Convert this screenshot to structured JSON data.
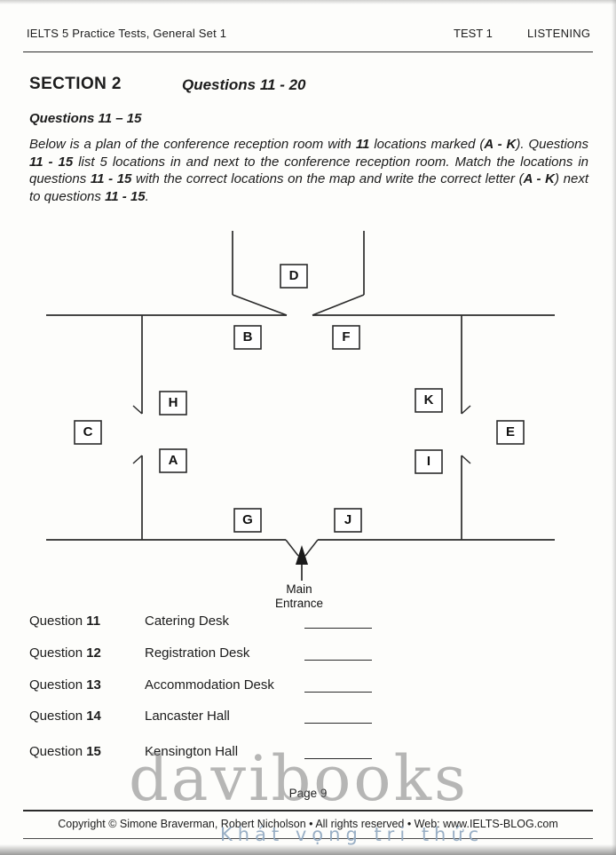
{
  "header": {
    "left": "IELTS 5 Practice Tests, General Set 1",
    "test": "TEST 1",
    "listening": "LISTENING"
  },
  "section": {
    "title": "SECTION 2",
    "range": "Questions 11 - 20"
  },
  "subheading": "Questions 11 – 15",
  "instructions": {
    "segments": [
      {
        "t": "Below is a plan of the conference reception room with ",
        "b": false
      },
      {
        "t": "11",
        "b": true
      },
      {
        "t": " locations marked (",
        "b": false
      },
      {
        "t": "A - K",
        "b": true
      },
      {
        "t": "). Questions ",
        "b": false
      },
      {
        "t": "11 - 15",
        "b": true
      },
      {
        "t": " list 5 locations in and next to the conference reception room. Match the locations in questions ",
        "b": false
      },
      {
        "t": "11 - 15",
        "b": true
      },
      {
        "t": " with the correct locations on the map and write the correct letter (",
        "b": false
      },
      {
        "t": "A - K",
        "b": true
      },
      {
        "t": ") next to questions ",
        "b": false
      },
      {
        "t": "11 - 15",
        "b": true
      },
      {
        "t": ".",
        "b": false
      }
    ]
  },
  "plan": {
    "boxes": [
      {
        "letter": "D"
      },
      {
        "letter": "B"
      },
      {
        "letter": "F"
      },
      {
        "letter": "H"
      },
      {
        "letter": "K"
      },
      {
        "letter": "C"
      },
      {
        "letter": "E"
      },
      {
        "letter": "A"
      },
      {
        "letter": "I"
      },
      {
        "letter": "G"
      },
      {
        "letter": "J"
      }
    ],
    "entrance": {
      "line1": "Main",
      "line2": "Entrance"
    }
  },
  "questions": [
    {
      "label": "Question",
      "num": "11",
      "item": "Catering Desk"
    },
    {
      "label": "Question",
      "num": "12",
      "item": "Registration Desk"
    },
    {
      "label": "Question",
      "num": "13",
      "item": "Accommodation Desk"
    },
    {
      "label": "Question",
      "num": "14",
      "item": "Lancaster Hall"
    },
    {
      "label": "Question",
      "num": "15",
      "item": "Kensington Hall"
    }
  ],
  "footer": {
    "page": "Page 9",
    "copyright": "Copyright © Simone Braverman, Robert Nicholson  •  All rights reserved  •  Web: www.IELTS-BLOG.com"
  },
  "watermark": {
    "main": "davibooks",
    "sub": "Khát vọng tri thức"
  }
}
